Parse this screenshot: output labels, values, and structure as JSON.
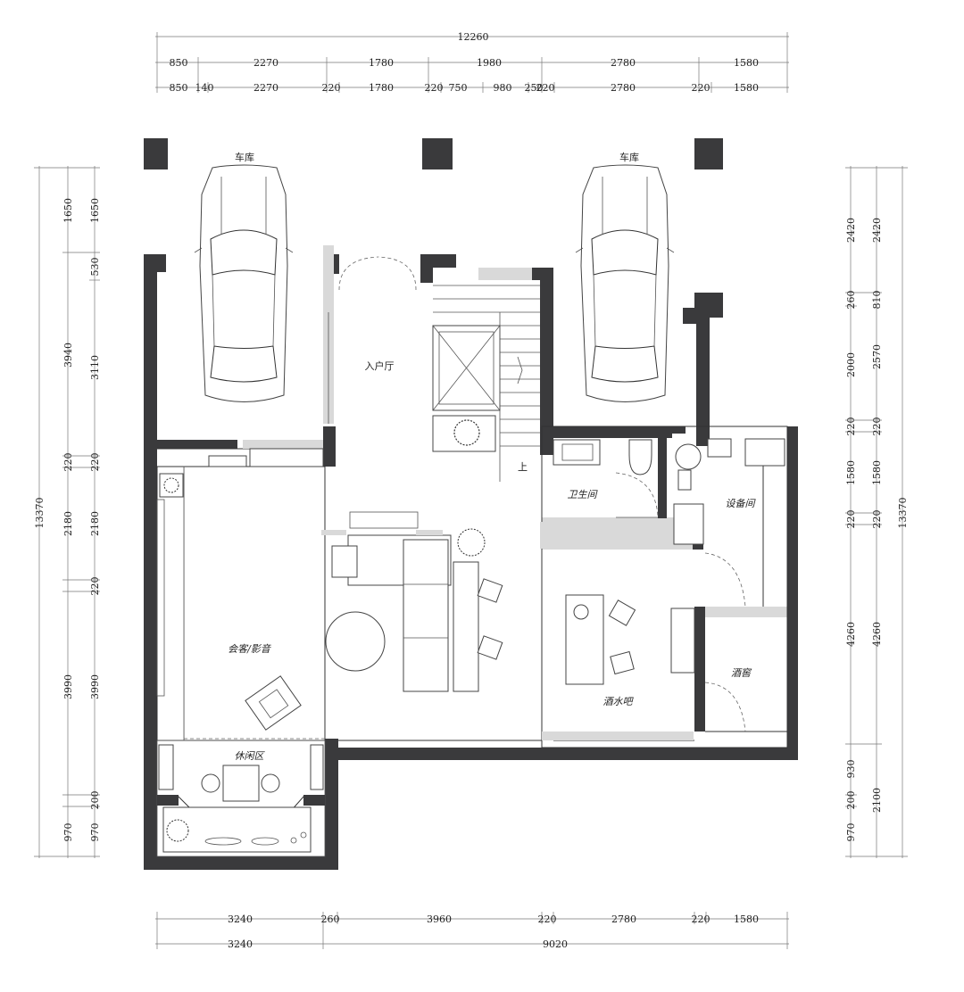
{
  "plan": {
    "rooms": {
      "garage_left": "车库",
      "garage_right": "车库",
      "entry_hall": "入户厅",
      "bathroom": "卫生间",
      "equipment_room": "设备间",
      "living_av": "会客/影音",
      "wine_bar": "酒水吧",
      "wine_cellar": "酒窖",
      "leisure": "休闲区",
      "stair_up": "上"
    },
    "dims_top": {
      "total": "12260",
      "row1": [
        "850",
        "2270",
        "1780",
        "1980",
        "2780",
        "1580"
      ],
      "row2": [
        "850",
        "140",
        "2270",
        "220",
        "1780",
        "220",
        "750",
        "980",
        "250",
        "220",
        "2780",
        "220",
        "1580"
      ]
    },
    "dims_bottom": {
      "row1": [
        "3240",
        "260",
        "3960",
        "220",
        "2780",
        "220",
        "1580"
      ],
      "row2": [
        "3240",
        "9020"
      ]
    },
    "dims_left": {
      "total": "13370",
      "outer": [
        "1650",
        "3940",
        "220",
        "2180",
        "3990",
        "970"
      ],
      "inner": [
        "1650",
        "530",
        "3110",
        "220",
        "2180",
        "220",
        "3990",
        "200",
        "970"
      ]
    },
    "dims_right": {
      "total": "13370",
      "inner": [
        "2420",
        "260",
        "2000",
        "220",
        "1580",
        "220",
        "4260",
        "930",
        "200",
        "970"
      ],
      "outer": [
        "2420",
        "810",
        "2570",
        "220",
        "1580",
        "220",
        "4260",
        "2100"
      ]
    }
  }
}
